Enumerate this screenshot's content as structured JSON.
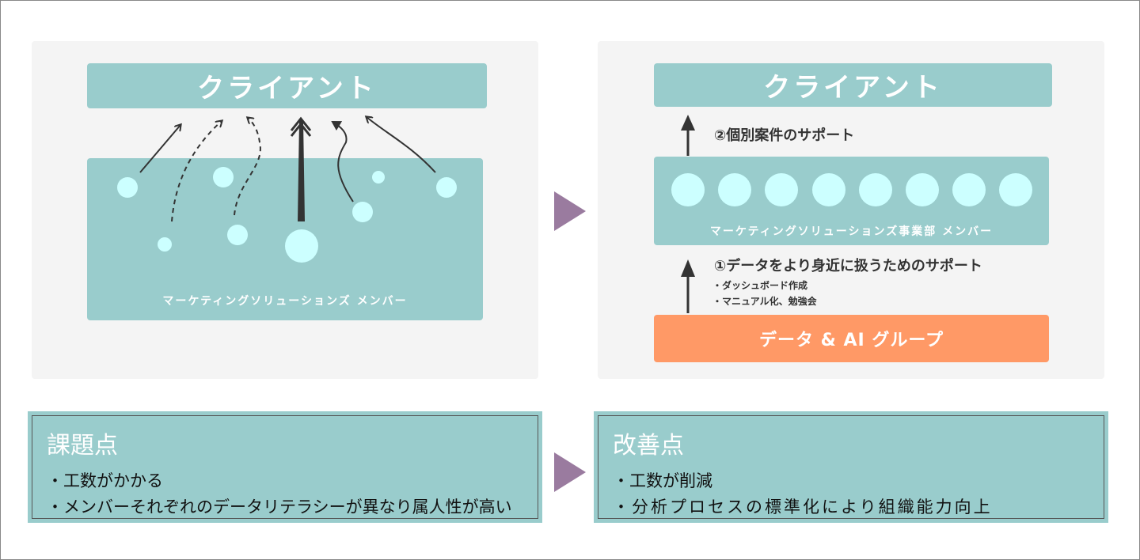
{
  "before": {
    "client_label": "クライアント",
    "member_label": "マーケティングソリューションズ メンバー"
  },
  "after": {
    "client_label": "クライアント",
    "support2_label": "②個別案件のサポート",
    "member_label": "マーケティングソリューションズ事業部 メンバー",
    "support1_label": "①データをより身近に扱うためのサポート",
    "support1_items": [
      "・ダッシュボード作成",
      "・マニュアル化、勉強会"
    ],
    "group_label": "データ & AI グループ"
  },
  "issues": {
    "title": "課題点",
    "items": [
      "・工数がかかる",
      "・メンバーそれぞれのデータリテラシーが異なり属人性が高い"
    ]
  },
  "improvements": {
    "title": "改善点",
    "items": [
      "・工数が削減",
      "・分析プロセスの標準化により組織能力向上"
    ]
  },
  "colors": {
    "teal": "#99cccc",
    "circle": "#ccffff",
    "orange": "#ff9966",
    "arrow": "#9a7b9f"
  }
}
